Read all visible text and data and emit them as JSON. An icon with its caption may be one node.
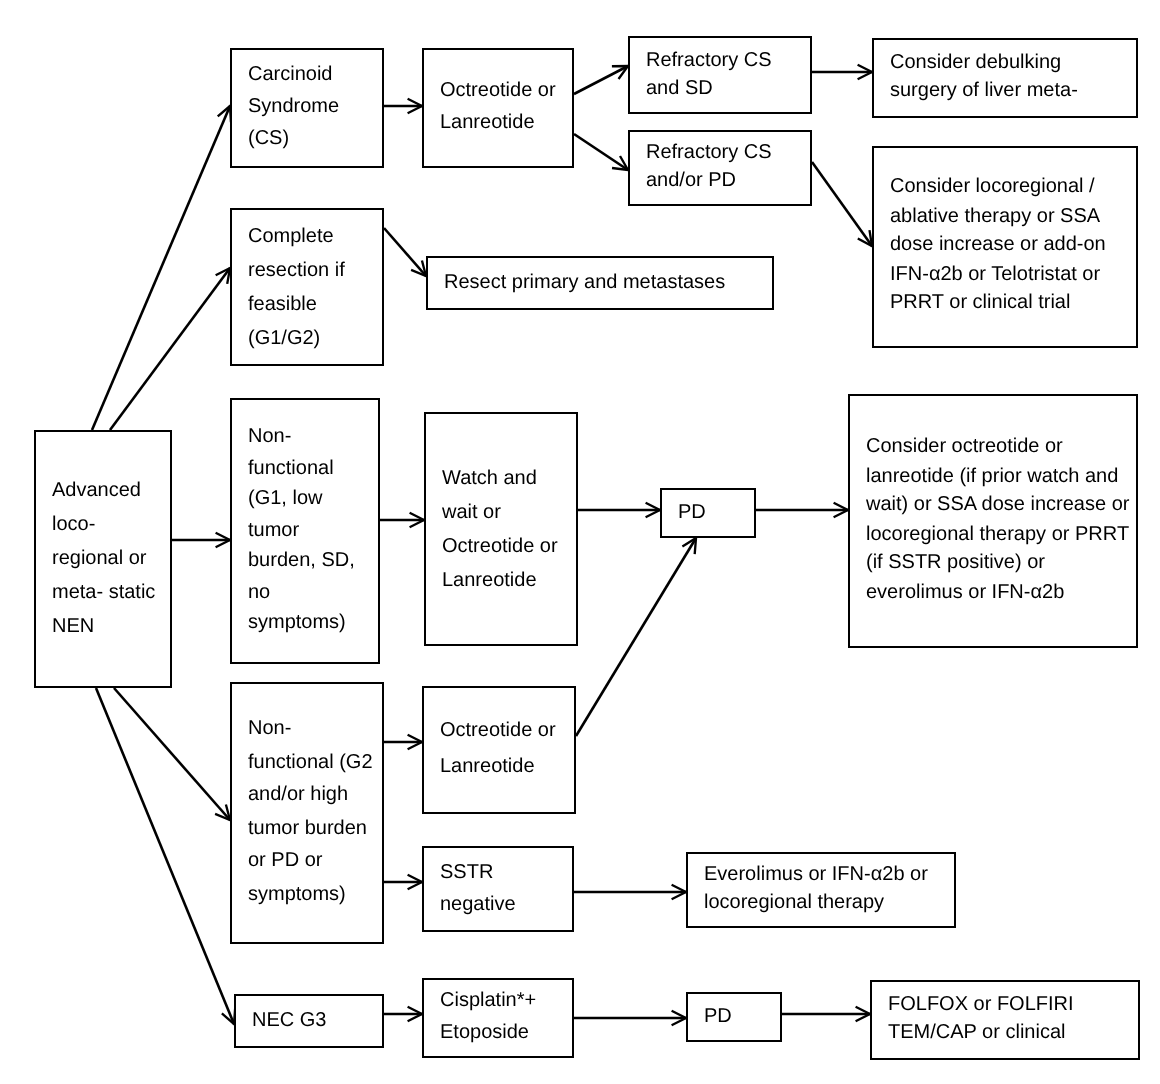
{
  "diagram": {
    "nodes": [
      {
        "text": [
          "Advanced loco- regional or meta- static NEN"
        ]
      },
      {
        "text": [
          "Carcinoid Syndrome (CS)"
        ]
      },
      {
        "text": [
          "Octreotide or Lanreotide"
        ]
      },
      {
        "text": [
          "Refractory CS and SD"
        ]
      },
      {
        "text": [
          "Consider debulking surgery of liver meta-"
        ]
      },
      {
        "text": [
          "Refractory CS and/or PD"
        ]
      },
      {
        "text": [
          "Consider locoregional / ablative therapy or SSA dose increase or add-on IFN-α2b or Telotristat or PRRT or clinical trial"
        ]
      },
      {
        "text": [
          "Complete resection if feasible (G1/G2)"
        ]
      },
      {
        "text": [
          "Resect primary and metastases"
        ]
      },
      {
        "text": [
          "Non- functional (G1, low tumor burden, SD, no symptoms)"
        ]
      },
      {
        "text": [
          "Watch and wait or Octreotide or Lanreotide"
        ]
      },
      {
        "text": [
          "PD"
        ]
      },
      {
        "text": [
          "Consider octreotide or lanreotide (if prior watch and wait) or SSA dose increase or locoregional therapy or PRRT (if SSTR positive) or everolimus or IFN-α2b"
        ]
      },
      {
        "text": [
          "Non- functional (G2 and/or high tumor burden or PD or symptoms)"
        ]
      },
      {
        "text": [
          "Octreotide or Lanreotide"
        ]
      },
      {
        "text": [
          "SSTR negative"
        ]
      },
      {
        "text": [
          "Everolimus or IFN-α2b or locoregional therapy"
        ]
      },
      {
        "text": [
          "NEC G3"
        ]
      },
      {
        "text": [
          "Cisplatin*+ Etoposide"
        ]
      },
      {
        "text": [
          "PD"
        ]
      },
      {
        "text": [
          "FOLFOX or FOLFIRI TEM/CAP or clinical"
        ]
      }
    ],
    "edges": [
      {
        "from": 0,
        "to": 1,
        "arrow": "to"
      },
      {
        "from": 0,
        "to": 7,
        "arrow": "to"
      },
      {
        "from": 0,
        "to": 9,
        "arrow": "to"
      },
      {
        "from": 0,
        "to": 13,
        "arrow": "to"
      },
      {
        "from": 0,
        "to": 17,
        "arrow": "to"
      },
      {
        "from": 1,
        "to": 2,
        "arrow": "to"
      },
      {
        "from": 2,
        "to": 3,
        "arrow": "to"
      },
      {
        "from": 2,
        "to": 5,
        "arrow": "to"
      },
      {
        "from": 3,
        "to": 4,
        "arrow": "to"
      },
      {
        "from": 5,
        "to": 6,
        "arrow": "to"
      },
      {
        "from": 7,
        "to": 8,
        "arrow": "to"
      },
      {
        "from": 9,
        "to": 10,
        "arrow": "to"
      },
      {
        "from": 10,
        "to": 11,
        "arrow": "to"
      },
      {
        "from": 14,
        "to": 11,
        "arrow": "to"
      },
      {
        "from": 11,
        "to": 12,
        "arrow": "to"
      },
      {
        "from": 13,
        "to": 14,
        "arrow": "to"
      },
      {
        "from": 13,
        "to": 15,
        "arrow": "to"
      },
      {
        "from": 15,
        "to": 16,
        "arrow": "to"
      },
      {
        "from": 17,
        "to": 18,
        "arrow": "to"
      },
      {
        "from": 18,
        "to": 19,
        "arrow": "to"
      },
      {
        "from": 19,
        "to": 20,
        "arrow": "to"
      }
    ]
  }
}
